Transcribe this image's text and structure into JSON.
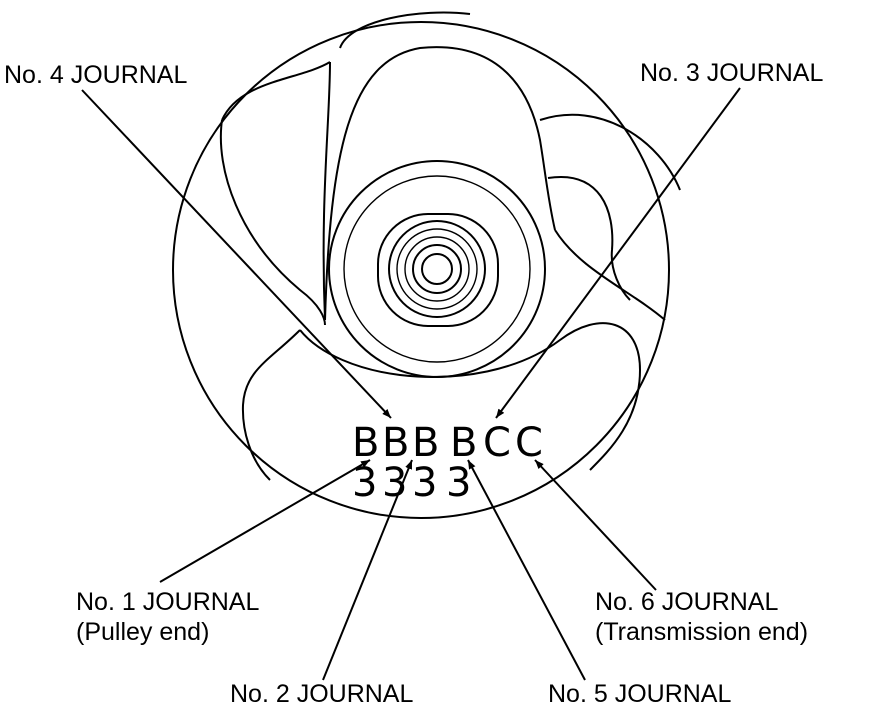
{
  "labels": {
    "journal4": "No. 4 JOURNAL",
    "journal3": "No. 3 JOURNAL",
    "journal1_line1": "No. 1 JOURNAL",
    "journal1_line2": "(Pulley end)",
    "journal6_line1": "No. 6 JOURNAL",
    "journal6_line2": "(Transmission end)",
    "journal2": "No. 2 JOURNAL",
    "journal5": "No. 5 JOURNAL"
  },
  "codes": {
    "top_row": [
      "B",
      "B",
      "B",
      "B",
      "C",
      "C"
    ],
    "bottom_row": [
      "3",
      "3",
      "3",
      "3"
    ]
  }
}
